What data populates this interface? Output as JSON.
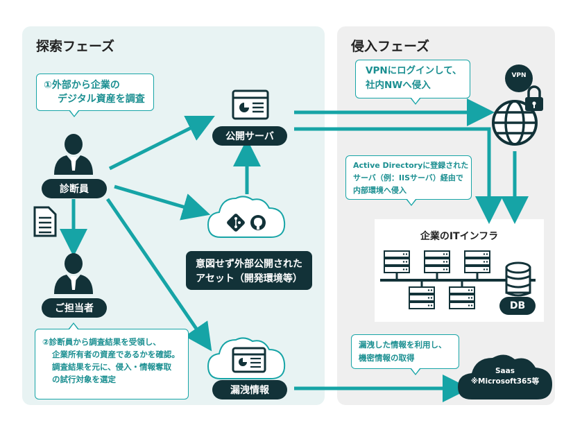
{
  "phases": {
    "left_title": "探索フェーズ",
    "right_title": "侵入フェーズ"
  },
  "callouts": {
    "step1": [
      "①外部から企業の",
      "デジタル資産を調査"
    ],
    "step2": [
      "②診断員から調査結果を受領し、",
      "企業所有者の資産であるかを確認。",
      "調査結果を元に、侵入・情報奪取",
      "の試行対象を選定"
    ],
    "vpn": [
      "VPNにログインして、",
      "社内NWへ侵入"
    ],
    "ad": [
      "Active Directoryに登録された",
      "サーバ（例：IISサーバ）経由で",
      "内部環境へ侵入"
    ],
    "leak_use": [
      "漏洩した情報を利用し、",
      "機密情報の取得"
    ]
  },
  "labels": {
    "auditor": "診断員",
    "owner": "ご担当者",
    "public_server": "公開サーバ",
    "unintended_assets": [
      "意図せず外部公開された",
      "アセット（開発環境等）"
    ],
    "leaked_info": "漏洩情報",
    "infra_title": "企業のITインフラ",
    "db": "DB",
    "vpn_badge": "VPN",
    "saas": [
      "Saas",
      "※Microsoft365等"
    ]
  },
  "colors": {
    "teal": "#16a4a6",
    "dark": "#123238",
    "left_bg": "#e8f3f3",
    "right_bg": "#efefef"
  }
}
